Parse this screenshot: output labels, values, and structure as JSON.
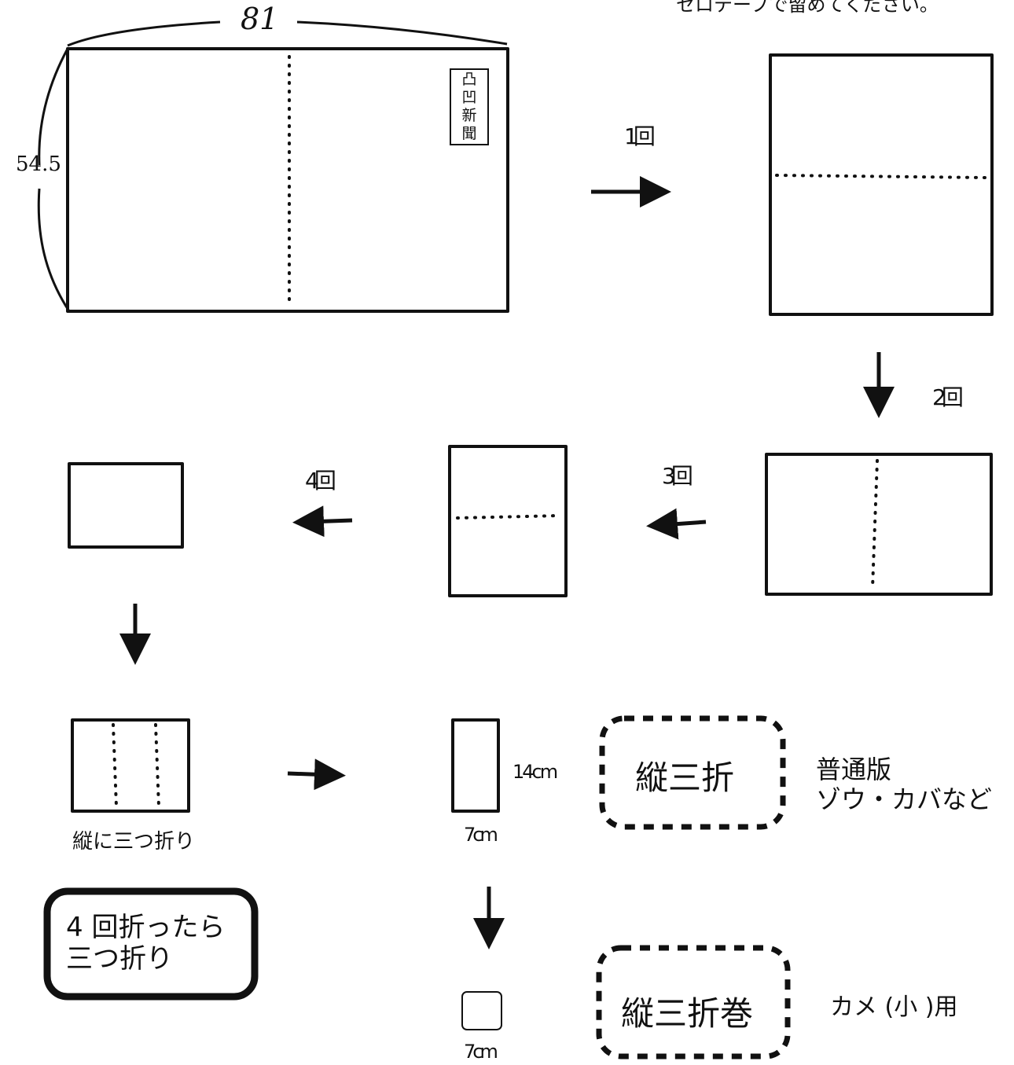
{
  "header_note": "セロテープで留めてください。",
  "dimensions": {
    "width": "81",
    "height": "54.5"
  },
  "stamp": [
    "凸",
    "凹",
    "新",
    "聞"
  ],
  "steps": {
    "fold1": "1回",
    "fold2": "2回",
    "fold3": "3回",
    "fold4": "4回"
  },
  "caption_trifold": "縦に三つ折り",
  "sizes": {
    "tall_height": "14cm",
    "tall_width": "7cm",
    "small_width": "7cm"
  },
  "labels": {
    "tatesan": "縦三折",
    "tatesan_use": [
      "普通版",
      "ゾウ・カバなど"
    ],
    "tatesanmaki": "縦三折巻",
    "tatesanmaki_use": "カメ (小 )用"
  },
  "note_box": [
    "4 回折ったら",
    "三つ折り"
  ]
}
